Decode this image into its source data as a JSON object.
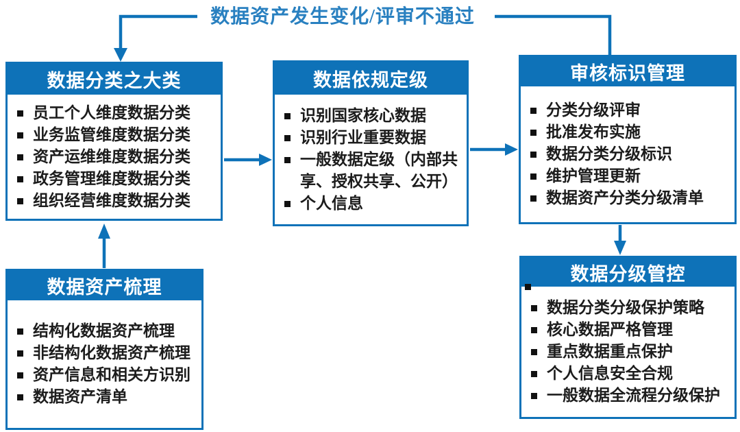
{
  "title": "数据资产发生变化/评审不通过",
  "colors": {
    "primary": "#0E72B8",
    "title": "#2980C0",
    "item_text": "#1c1c1c"
  },
  "boxes": {
    "classification": {
      "header": "数据分类之大类",
      "items": [
        "员工个人维度数据分类",
        "业务监管维度数据分类",
        "资产运维维度数据分类",
        "政务管理维度数据分类",
        "组织经营维度数据分类"
      ]
    },
    "grading": {
      "header": "数据依规定级",
      "items": [
        "识别国家核心数据",
        "识别行业重要数据",
        "一般数据定级（内部共享、授权共享、公开）",
        "个人信息"
      ]
    },
    "review": {
      "header": "审核标识管理",
      "items": [
        "分类分级评审",
        "批准发布实施",
        "数据分类分级标识",
        "维护管理更新",
        "数据资产分类分级清单"
      ]
    },
    "sorting": {
      "header": "数据资产梳理",
      "items": [
        "结构化数据资产梳理",
        "非结构化数据资产梳理",
        "资产信息和相关方识别",
        "数据资产清单"
      ]
    },
    "control": {
      "header": "数据分级管控",
      "items": [
        "数据分类分级保护策略",
        "核心数据严格管理",
        "重点数据重点保护",
        "个人信息安全合规",
        "一般数据全流程分级保护"
      ]
    }
  }
}
